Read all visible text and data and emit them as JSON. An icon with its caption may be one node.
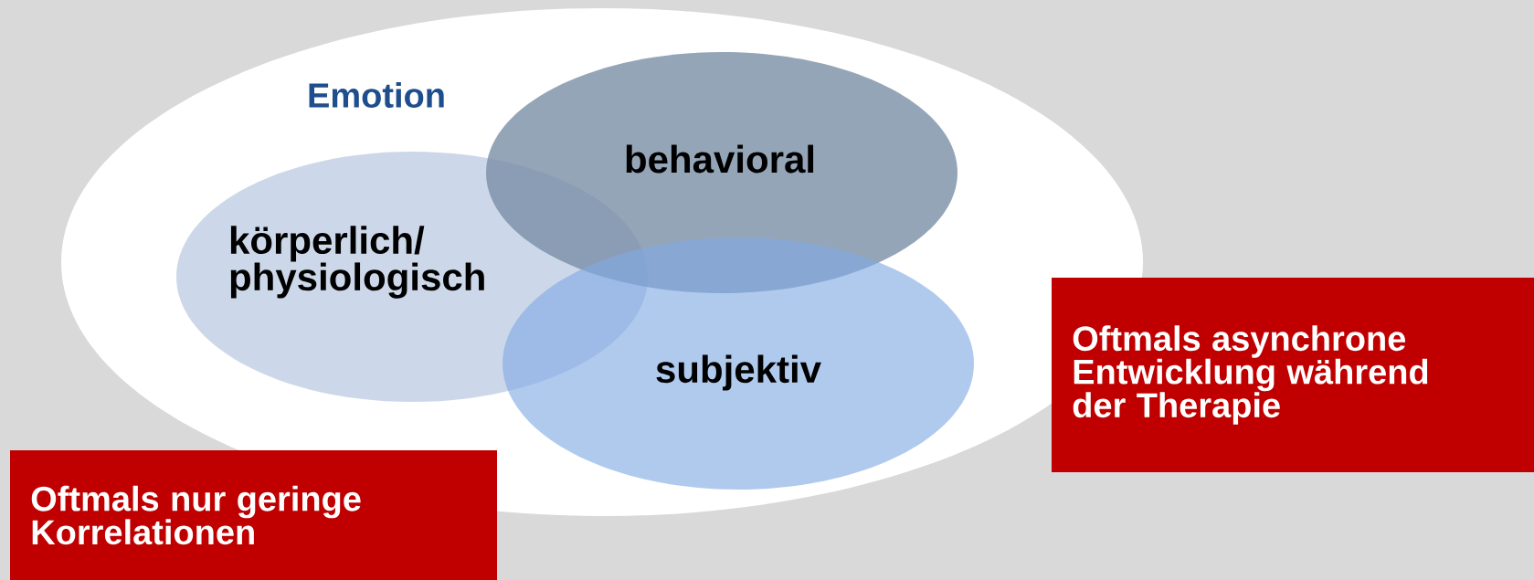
{
  "diagram": {
    "nodes": [
      {
        "text": [
          "Emotion"
        ]
      },
      {
        "text": [
          "behavioral"
        ],
        "in": 0
      },
      {
        "text": [
          "körperlich/ physiologisch"
        ],
        "in": 0
      },
      {
        "text": [
          "subjektiv"
        ],
        "in": 0
      },
      {
        "text": [
          "Oftmals nur geringe Korrelationen"
        ]
      },
      {
        "text": [
          "Oftmals asynchrone Entwicklung während der Therapie"
        ]
      }
    ]
  }
}
